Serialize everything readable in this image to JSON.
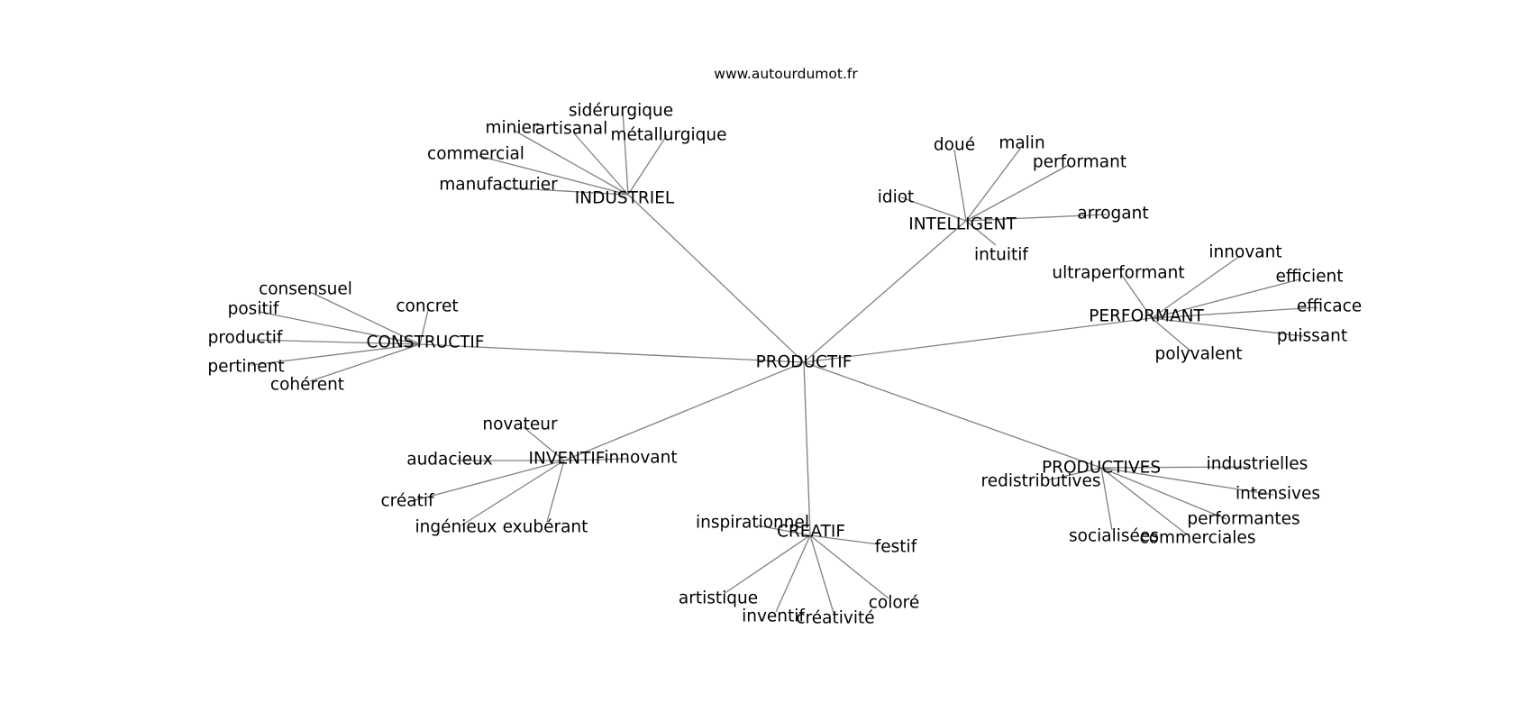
{
  "site": "www.autourdumot.fr",
  "root": "PRODUCTIF",
  "clusters": [
    {
      "label": "INDUSTRIEL",
      "terms": [
        "sidérurgique",
        "minier",
        "artisanal",
        "métallurgique",
        "commercial",
        "manufacturier"
      ]
    },
    {
      "label": "INTELLIGENT",
      "terms": [
        "doué",
        "malin",
        "performant",
        "idiot",
        "arrogant",
        "intuitif"
      ]
    },
    {
      "label": "PERFORMANT",
      "terms": [
        "innovant",
        "ultraperformant",
        "efficient",
        "efficace",
        "puissant",
        "polyvalent"
      ]
    },
    {
      "label": "CONSTRUCTIF",
      "terms": [
        "consensuel",
        "concret",
        "positif",
        "productif",
        "pertinent",
        "cohérent"
      ]
    },
    {
      "label": "INVENTIF",
      "terms": [
        "novateur",
        "audacieux",
        "innovant",
        "créatif",
        "ingénieux",
        "exubérant"
      ]
    },
    {
      "label": "CREATIF",
      "terms": [
        "inspirationnel",
        "festif",
        "artistique",
        "inventif",
        "créativité",
        "coloré"
      ]
    },
    {
      "label": "PRODUCTIVES",
      "terms": [
        "industrielles",
        "redistributives",
        "intensives",
        "performantes",
        "socialisées",
        "commerciales"
      ]
    }
  ]
}
